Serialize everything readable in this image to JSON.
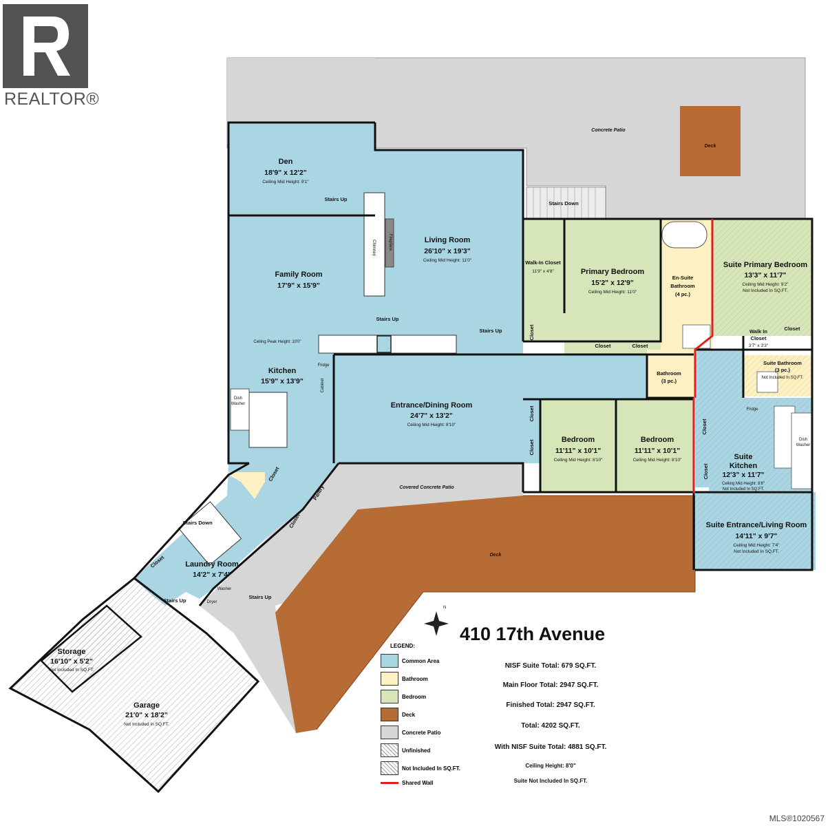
{
  "branding": {
    "logo_text": "REALTOR®",
    "mls": "MLS®1020567"
  },
  "title": "410 17th Avenue",
  "colors": {
    "common": "#aad6e4",
    "bath": "#fdf0c2",
    "bedroom": "#d7e6b9",
    "deck": "#b76b35",
    "patio": "#d6d6d6",
    "white": "#ffffff",
    "shared_wall": "#e02020"
  },
  "rooms": {
    "den": {
      "name": "Den",
      "dim": "18'9\" x 12'2\"",
      "note": "Ceiling Mid Height: 9'1\""
    },
    "living": {
      "name": "Living Room",
      "dim": "26'10\" x 19'3\"",
      "note": "Ceiling Mid Height: 11'0\""
    },
    "family": {
      "name": "Family Room",
      "dim": "17'9\" x 15'9\"",
      "note": "Ceiling Peak Height: 10'0\""
    },
    "kitchen": {
      "name": "Kitchen",
      "dim": "15'9\" x 13'9\""
    },
    "entrance": {
      "name": "Entrance/Dining Room",
      "dim": "24'7\" x 13'2\"",
      "note": "Ceiling Mid Height: 8'10\""
    },
    "walkin": {
      "name": "Walk-In Closet",
      "dim": "11'9\" x 4'8\""
    },
    "primary": {
      "name": "Primary Bedroom",
      "dim": "15'2\" x 12'9\"",
      "note": "Ceiling Mid Height: 11'0\""
    },
    "ensuite": {
      "name1": "En-Suite",
      "name2": "Bathroom",
      "name3": "(4 pc.)"
    },
    "suite_primary": {
      "name": "Suite Primary Bedroom",
      "dim": "13'3\" x 11'7\"",
      "note": "Ceiling Mid Height: 9'2\"",
      "note2": "Not Included In SQ.FT."
    },
    "suite_walkin": {
      "name1": "Walk In",
      "name2": "Closet",
      "dim": "3'7\" x 3'3\""
    },
    "suite_bath": {
      "name": "Suite Bathroom",
      "pc": "(3 pc.)",
      "note": "Not Included In SQ.FT."
    },
    "bathroom": {
      "name": "Bathroom",
      "pc": "(3 pc.)"
    },
    "bedroom1": {
      "name": "Bedroom",
      "dim": "11'11\" x 10'1\"",
      "note": "Ceiling Mid Height: 8'10\""
    },
    "bedroom2": {
      "name": "Bedroom",
      "dim": "11'11\" x 10'1\"",
      "note": "Ceiling Mid Height: 8'10\""
    },
    "suite_kitchen": {
      "name1": "Suite",
      "name2": "Kitchen",
      "dim": "12'3\" x 11'7\"",
      "note": "Ceiling Mid Height: 8'8\"",
      "note2": "Not Included In SQ.FT."
    },
    "suite_living": {
      "name": "Suite Entrance/Living Room",
      "dim": "14'11\" x 9'7\"",
      "note": "Ceiling Mid Height: 7'4\"",
      "note2": "Not Included In SQ.FT."
    },
    "laundry": {
      "name": "Laundry Room",
      "dim": "14'2\" x 7'4\""
    },
    "storage": {
      "name": "Storage",
      "dim": "16'10\" x 5'2\"",
      "note": "Not Included In SQ.FT."
    },
    "garage": {
      "name": "Garage",
      "dim": "21'0\" x 18'2\"",
      "note": "Not Included In SQ.FT."
    }
  },
  "labels": {
    "concrete_patio": "Concrete Patio",
    "deck": "Deck",
    "covered_patio": "Covered Concrete Patio",
    "stairs_up": "Stairs Up",
    "stairs_down": "Stairs Down",
    "closet": "Closet",
    "pantry": "Pantry",
    "fridge": "Fridge",
    "cabinet": "Cabinet",
    "dishwasher1": "Dish",
    "dishwasher2": "Washer",
    "washer": "Washer",
    "dryer": "Dryer",
    "chimney": "Chimney",
    "fireplace": "Fireplace",
    "north": "N"
  },
  "legend": {
    "title": "LEGEND:",
    "items": [
      {
        "label": "Common Area",
        "color": "#aad6e4"
      },
      {
        "label": "Bathroom",
        "color": "#fdf0c2"
      },
      {
        "label": "Bedroom",
        "color": "#d7e6b9"
      },
      {
        "label": "Deck",
        "color": "#b76b35"
      },
      {
        "label": "Concrete Patio",
        "color": "#d6d6d6"
      },
      {
        "label": "Unfinished",
        "color": "#ffffff"
      },
      {
        "label": "Not Included In SQ.FT.",
        "color": "#ffffff"
      },
      {
        "label": "Shared Wall",
        "color": "#e02020"
      }
    ]
  },
  "totals": {
    "nisf": "NISF Suite Total: 679 SQ.FT.",
    "main": "Main Floor Total: 2947 SQ.FT.",
    "finished": "Finished Total: 2947 SQ.FT.",
    "total": "Total: 4202 SQ.FT.",
    "with_nisf": "With NISF Suite Total: 4881 SQ.FT.",
    "ceiling": "Ceiling Height: 8'0\"",
    "suite_note": "Suite Not Included In SQ.FT."
  }
}
